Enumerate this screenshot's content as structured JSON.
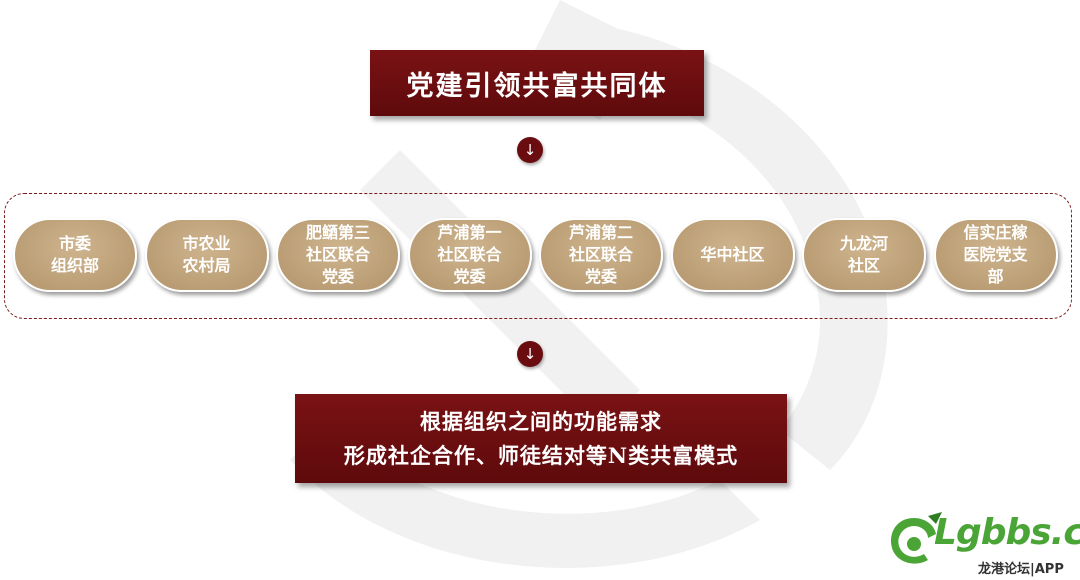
{
  "title": "党建引领共富共同体",
  "units": [
    {
      "lines": [
        "市委",
        "组织部"
      ]
    },
    {
      "lines": [
        "市农业",
        "农村局"
      ]
    },
    {
      "lines": [
        "肥䲤第三",
        "社区联合",
        "党委"
      ]
    },
    {
      "lines": [
        "芦浦第一",
        "社区联合",
        "党委"
      ]
    },
    {
      "lines": [
        "芦浦第二",
        "社区联合",
        "党委"
      ]
    },
    {
      "lines": [
        "华中社区"
      ]
    },
    {
      "lines": [
        "九龙河",
        "社区"
      ]
    },
    {
      "lines": [
        "信实庄稼",
        "医院党支",
        "部"
      ]
    }
  ],
  "bottom": {
    "line1": "根据组织之间的功能需求",
    "line2": "形成社企合作、师徒结对等N类共富模式"
  },
  "watermark": {
    "brand": "Lgbbs.cn",
    "sub": "龙港论坛|APP"
  },
  "icons": {
    "arrow": "↓"
  },
  "colors": {
    "primary_red": "#6a0d10",
    "unit_tan": "#b2946a",
    "watermark_green": "#4aa536"
  }
}
